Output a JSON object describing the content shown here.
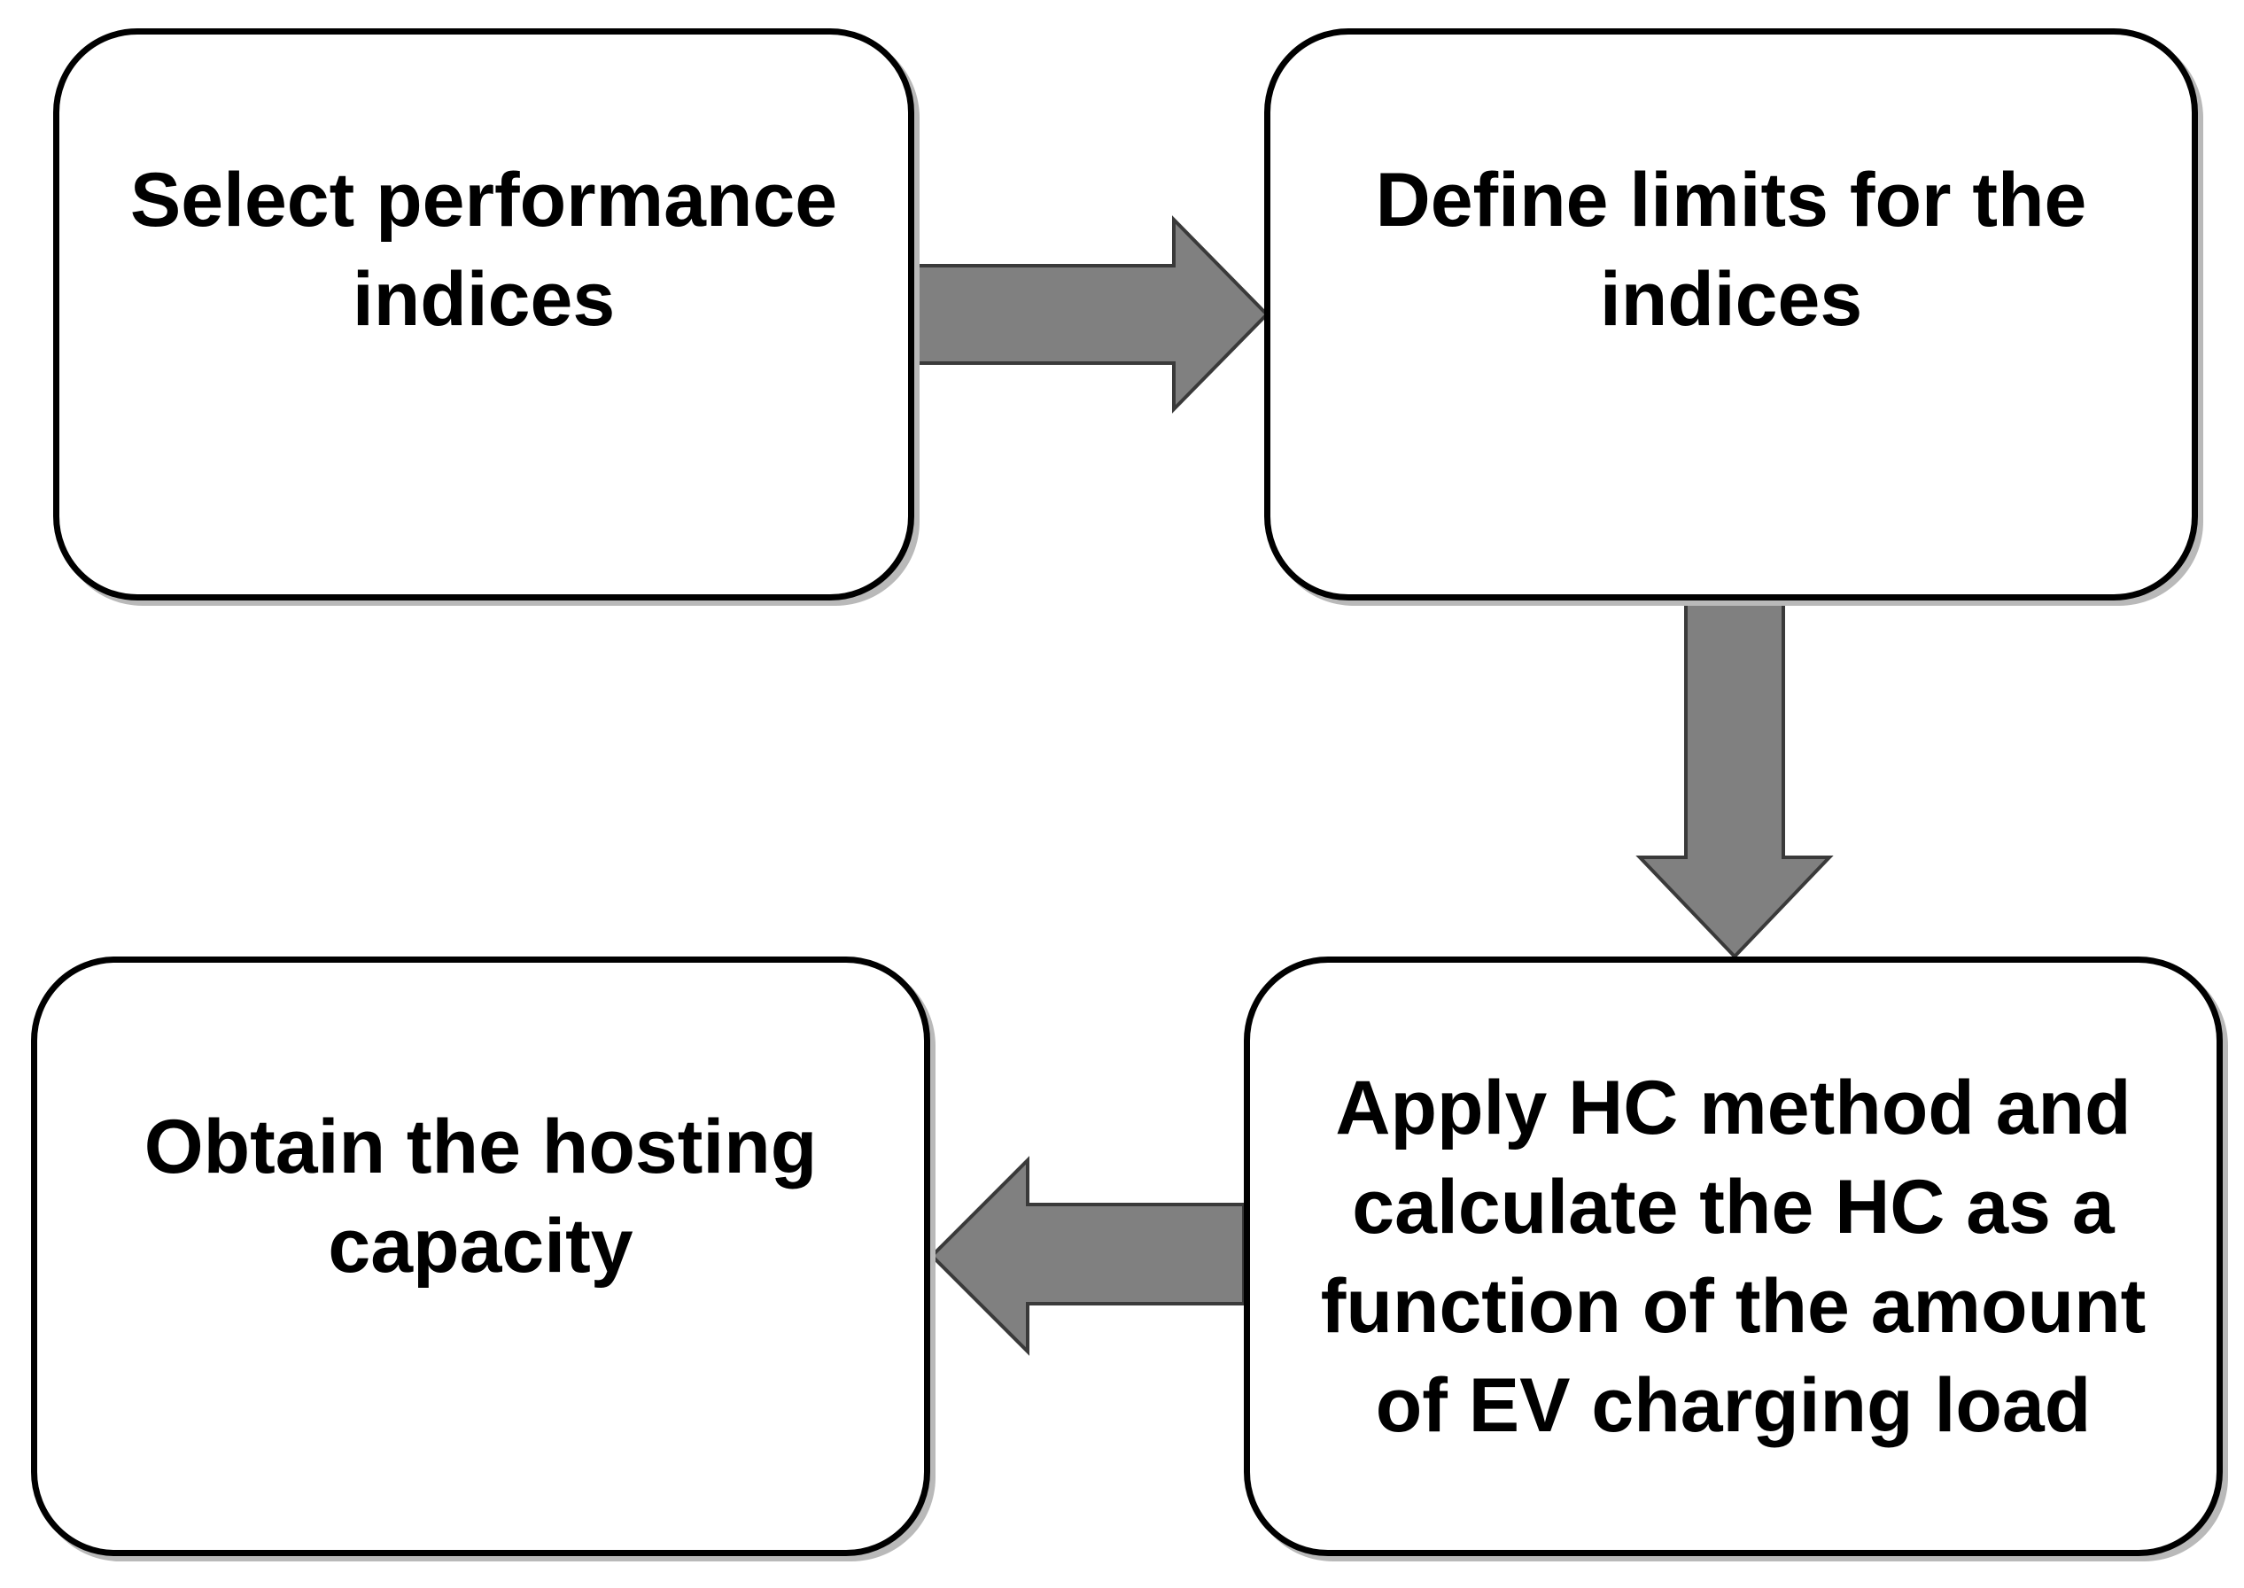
{
  "diagram": {
    "type": "flowchart",
    "steps": [
      {
        "id": "step-1",
        "label": "Select performance\nindices"
      },
      {
        "id": "step-2",
        "label": "Define limits for the\nindices"
      },
      {
        "id": "step-3",
        "label": "Apply HC method and\ncalculate the HC as a\nfunction of the amount\nof EV charging load"
      },
      {
        "id": "step-4",
        "label": "Obtain the hosting\ncapacity"
      }
    ],
    "connections": [
      {
        "from": "step-1",
        "to": "step-2",
        "direction": "right"
      },
      {
        "from": "step-2",
        "to": "step-3",
        "direction": "down"
      },
      {
        "from": "step-3",
        "to": "step-4",
        "direction": "left"
      }
    ],
    "colors": {
      "box_border": "#000000",
      "box_fill": "#ffffff",
      "arrow_fill": "#808080",
      "text": "#000000"
    }
  }
}
